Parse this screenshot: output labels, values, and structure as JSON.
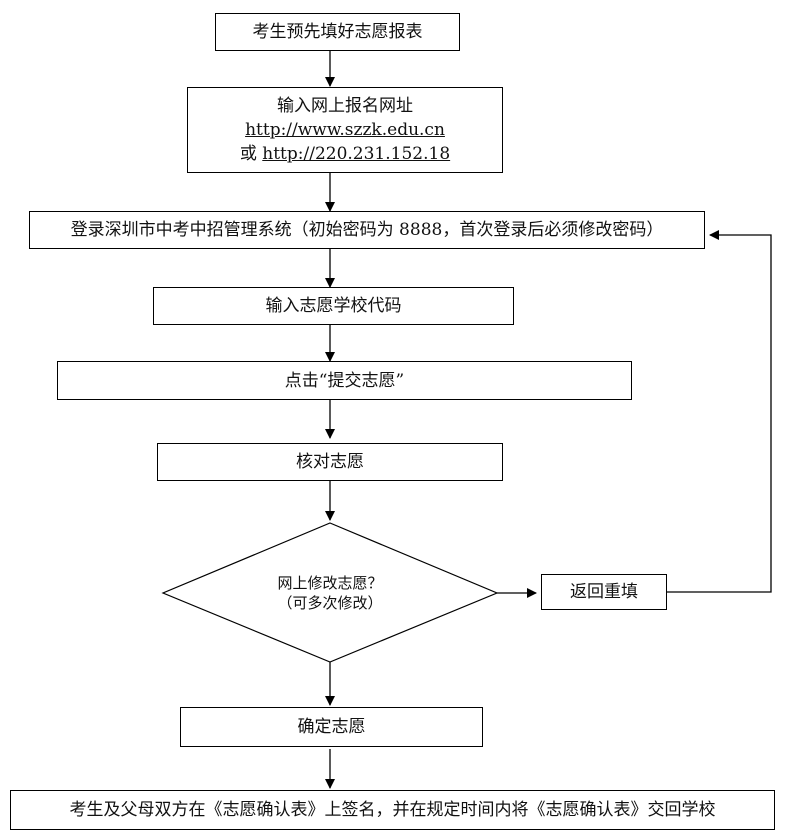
{
  "flowchart": {
    "steps": {
      "fill_form": "考生预先填好志愿报表",
      "enter_url": {
        "label": "输入网上报名网址",
        "url1": "http://www.szzk.edu.cn",
        "or": "或",
        "url2": "http://220.231.152.18"
      },
      "login": "登录深圳市中考中招管理系统（初始密码为 8888，首次登录后必须修改密码）",
      "enter_code": "输入志愿学校代码",
      "submit": "点击“提交志愿”",
      "verify": "核对志愿",
      "decision": {
        "line1": "网上修改志愿？",
        "line2": "（可多次修改）"
      },
      "refill": "返回重填",
      "confirm": "确定志愿",
      "final": "考生及父母双方在《志愿确认表》上签名，并在规定时间内将《志愿确认表》交回学校"
    }
  }
}
